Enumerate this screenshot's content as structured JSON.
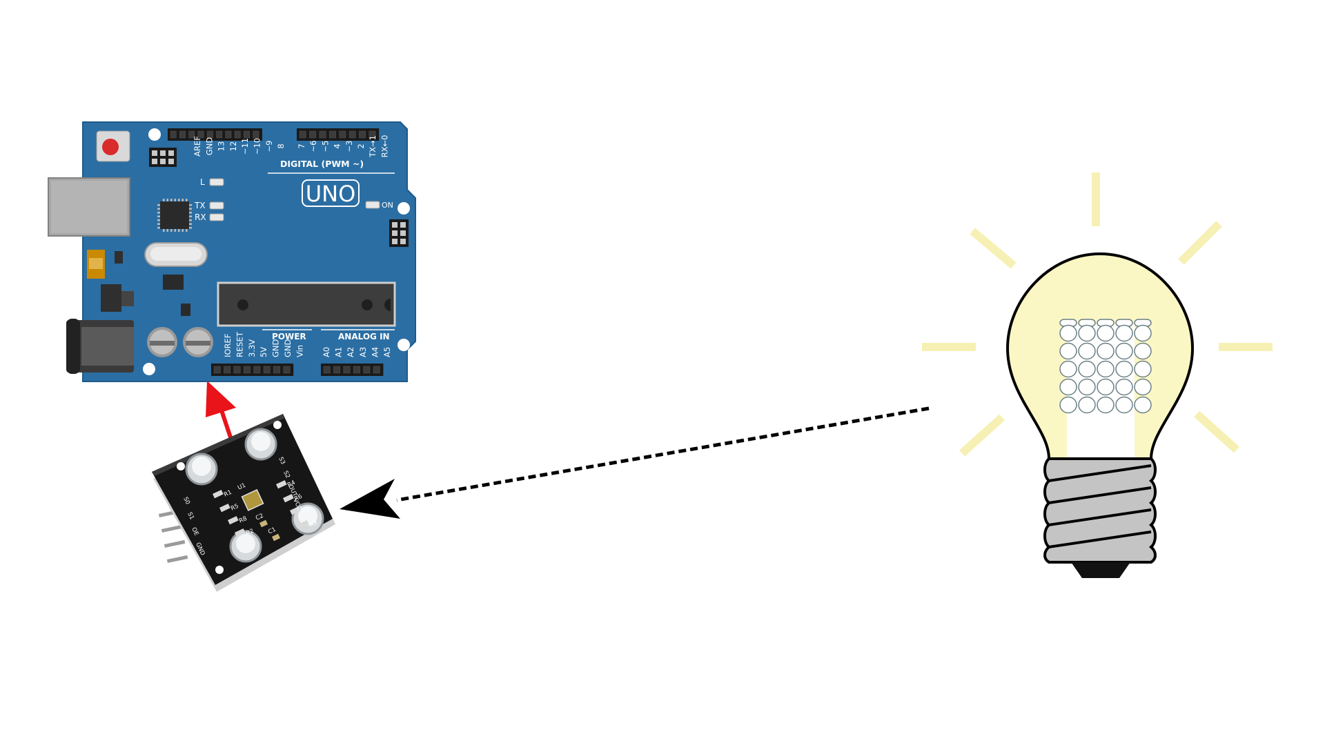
{
  "arduino": {
    "model": "UNO",
    "digital_header_label": "DIGITAL (PWM ~)",
    "digital_pins": [
      "AREF",
      "GND",
      "13",
      "12",
      "~11",
      "~10",
      "~9",
      "8",
      "7",
      "~6",
      "~5",
      "4",
      "~3",
      "2",
      "TX→1",
      "RX←0"
    ],
    "led_labels": {
      "l": "L",
      "tx": "TX",
      "rx": "RX",
      "on": "ON"
    },
    "power_header_label": "POWER",
    "power_pins": [
      "IOREF",
      "RESET",
      "3.3V",
      "5V",
      "GND",
      "GND",
      "Vin"
    ],
    "analog_header_label": "ANALOG IN",
    "analog_pins": [
      "A0",
      "A1",
      "A2",
      "A3",
      "A4",
      "A5"
    ]
  },
  "sensor": {
    "left_pins": [
      "S0",
      "S1",
      "OE",
      "GND"
    ],
    "right_pins": [
      "S3",
      "S2",
      "OUT",
      "VCC"
    ],
    "resistors": [
      "R1",
      "R5",
      "R8",
      "R2",
      "R4",
      "R6",
      "R7",
      "R3"
    ],
    "capacitors": [
      "C2",
      "C1"
    ],
    "chip_label": "U1"
  },
  "colors": {
    "board_blue": "#2b6ea3",
    "board_edge": "#1f5a8a",
    "signal_arrow": "#e8141a",
    "light_arrow": "#000000",
    "bulb_glass": "#fbf7c4",
    "bulb_rays": "#f6f0b4",
    "bulb_base": "#c4c4c4",
    "sensor_pcb": "#161616"
  }
}
